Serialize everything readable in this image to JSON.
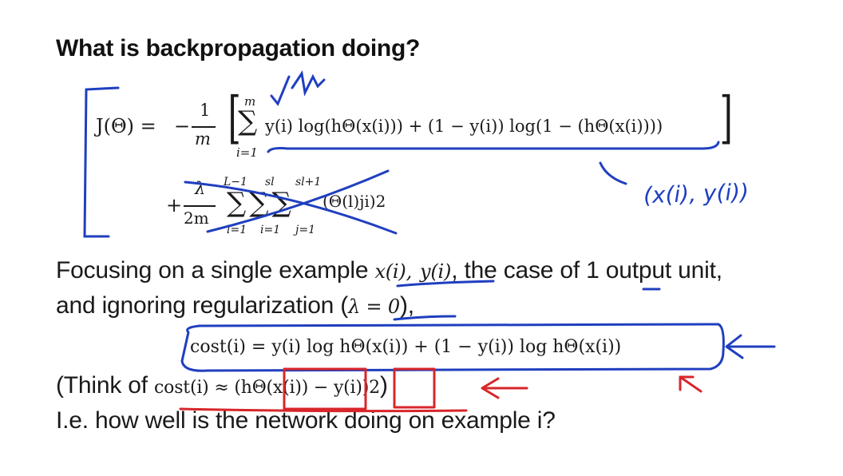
{
  "slide": {
    "title": "What is backpropagation doing?",
    "cost_function": {
      "lhs": "J(Θ) =",
      "minus": "−",
      "frac_num": "1",
      "frac_den": "m",
      "sum_top": "m",
      "sum_bottom": "i=1",
      "sum_sign": "∑",
      "body": "y(i) log(hΘ(x(i))) + (1 − y(i)) log(1 − (hΘ(x(i))))",
      "bracket_open": "[",
      "bracket_close": "]"
    },
    "regularization": {
      "plus": "+",
      "frac_num": "λ",
      "frac_den": "2m",
      "sum_tops": [
        "L−1",
        "sl",
        "sl+1"
      ],
      "sum_bottoms": [
        "l=1",
        "i=1",
        "j=1"
      ],
      "sums": "∑∑∑",
      "term": "(Θ(l)ji)2"
    },
    "annotation_example": "(x(i), y(i))",
    "line1": {
      "prefix": "Focusing on a single example ",
      "math_x": "x(i),",
      "math_y": "y(i)",
      "suffix": ", the case of ",
      "one": "1",
      "suffix2": " output unit,"
    },
    "line2": {
      "prefix": "and ignoring regularization (",
      "math": "λ = 0",
      "suffix": "),"
    },
    "cost_line": "cost(i) = y(i) log hΘ(x(i)) + (1 − y(i)) log hΘ(x(i))",
    "think_line": {
      "prefix": "(Think of ",
      "math": "cost(i) ≈ (hΘ(x(i)) − y(i))2",
      "suffix": ")"
    },
    "ie_line": "I.e. how well is the network doing on example i?"
  },
  "colors": {
    "ink_blue": "#1f3fbf",
    "ink_red": "#d8262a",
    "text": "#1a1a1a"
  }
}
